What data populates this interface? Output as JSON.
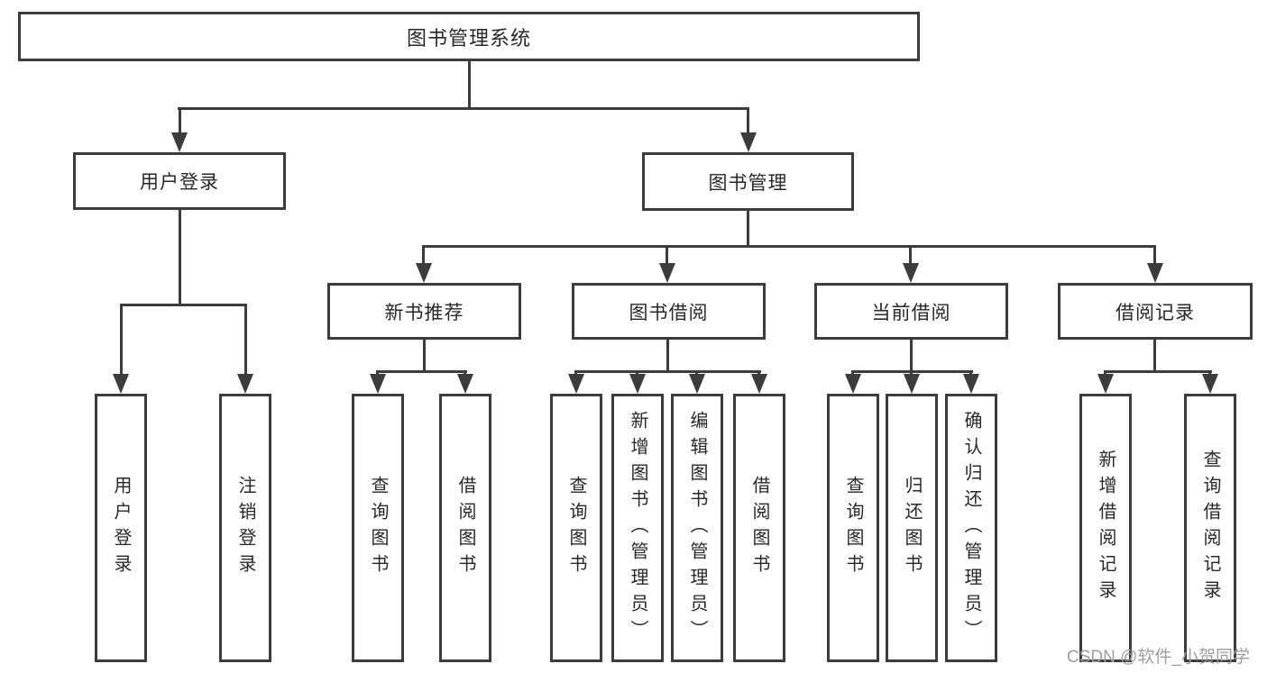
{
  "diagram_type": "tree-diagram",
  "colors": {
    "line": "#3c3c3c",
    "text": "#282828",
    "node_background": "#ffffff",
    "watermark": "#9e9e9e",
    "background": "#ffffff"
  },
  "tree": {
    "label": "图书管理系统",
    "children": [
      {
        "label": "用户登录",
        "children": [
          {
            "label": "用户登录"
          },
          {
            "label": "注销登录"
          }
        ]
      },
      {
        "label": "图书管理",
        "children": [
          {
            "label": "新书推荐",
            "children": [
              {
                "label": "查询图书"
              },
              {
                "label": "借阅图书"
              }
            ]
          },
          {
            "label": "图书借阅",
            "children": [
              {
                "label": "查询图书"
              },
              {
                "label": "新增图书（管理员）"
              },
              {
                "label": "编辑图书（管理员）"
              },
              {
                "label": "借阅图书"
              }
            ]
          },
          {
            "label": "当前借阅",
            "children": [
              {
                "label": "查询图书"
              },
              {
                "label": "归还图书"
              },
              {
                "label": "确认归还（管理员）"
              }
            ]
          },
          {
            "label": "借阅记录",
            "children": [
              {
                "label": "新增借阅记录"
              },
              {
                "label": "查询借阅记录"
              }
            ]
          }
        ]
      }
    ]
  },
  "watermark": {
    "text": "CSDN @软件_小贺同学"
  }
}
